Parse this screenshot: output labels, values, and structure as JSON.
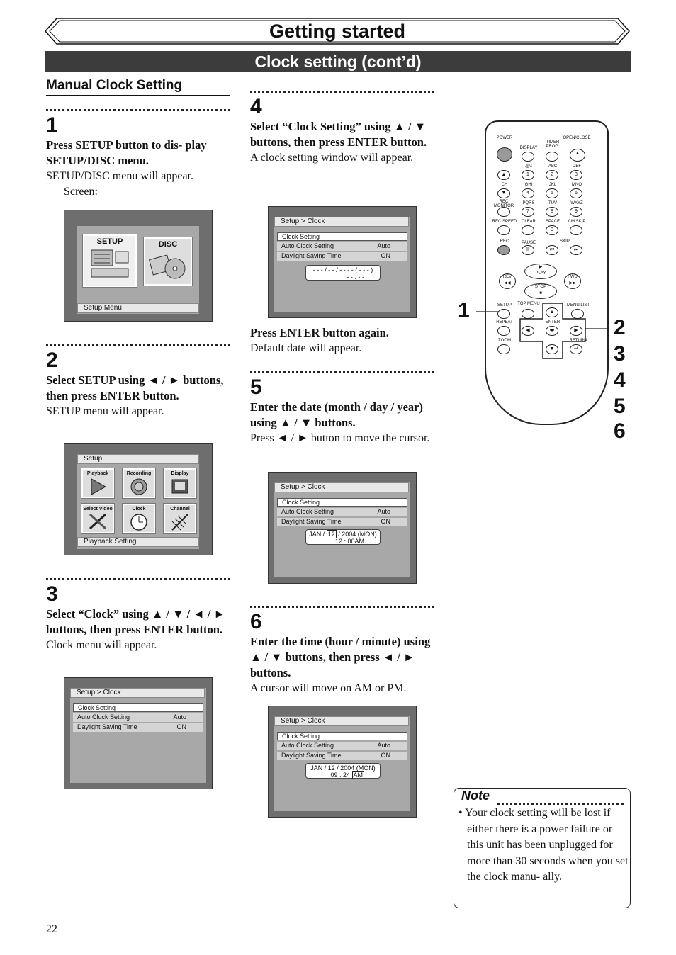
{
  "header": {
    "title": "Getting started",
    "subtitle": "Clock setting (cont’d)",
    "section_title": "Manual Clock Setting"
  },
  "steps": [
    {
      "number": "1",
      "instruction": "Press SETUP button to dis- play SETUP/DISC menu.",
      "result": "SETUP/DISC menu will appear.",
      "result2": "Screen:",
      "screen": {
        "icon1": "SETUP",
        "icon2": "DISC",
        "caption": "Setup Menu"
      }
    },
    {
      "number": "2",
      "instruction": "Select SETUP using ◄ / ► buttons, then press ENTER button.",
      "result": "SETUP menu will appear.",
      "screen": {
        "caption_top": "Setup",
        "icons": [
          "Playback",
          "Recording",
          "Display",
          "Select Video",
          "Clock",
          "Channel"
        ],
        "caption": "Playback Setting"
      }
    },
    {
      "number": "3",
      "instruction": "Select “Clock” using ▲ / ▼ / ◄ / ► buttons, then press ENTER button.",
      "result": "Clock menu will appear."
    },
    {
      "number": "4",
      "instruction": "Select “Clock Setting” using ▲ / ▼ buttons, then press ENTER button.",
      "result": "A clock setting window will appear.",
      "instruction2": "Press ENTER button again.",
      "result2": "Default date will appear.",
      "clock_line1": "- - - / - - / - - - - ( - - - )",
      "clock_line2": "- - : - -"
    },
    {
      "number": "5",
      "instruction": "Enter the date (month / day / year) using ▲ / ▼ buttons.",
      "result": "Press ◄ / ► button to move the cursor.",
      "clock_line1a": "JAN /",
      "clock_cursor": "12",
      "clock_line1b": "/ 2004 (MON)",
      "clock_line2": "12 : 00AM"
    },
    {
      "number": "6",
      "instruction": "Enter the time (hour / minute) using ▲ / ▼ buttons, then press ◄ / ► buttons.",
      "result": "A cursor will move on AM or PM.",
      "clock_line1": "JAN / 12 / 2004 (MON)",
      "clock_line2a": "09 : 24",
      "clock_cursor": "AM"
    }
  ],
  "clock_menu": {
    "breadcrumb": "Setup > Clock",
    "rows": [
      {
        "label": "Clock Setting",
        "value": ""
      },
      {
        "label": "Auto Clock Setting",
        "value": "Auto"
      },
      {
        "label": "Daylight Saving Time",
        "value": "ON"
      }
    ]
  },
  "remote": {
    "labels": {
      "power": "POWER",
      "display": "DISPLAY",
      "timer": "TIMER PROG.",
      "open": "OPEN/CLOSE",
      "k1t": ".@/:",
      "k2t": "ABC",
      "k3t": "DEF",
      "k1": "1",
      "k2": "2",
      "k3": "3",
      "ch": "CH",
      "k4t": "GHI",
      "k5t": "JKL",
      "k6t": "MNO",
      "k4": "4",
      "k5": "5",
      "k6": "6",
      "rec_monitor": "REC MONITOR",
      "k7t": "PQRS",
      "k8t": "TUV",
      "k9t": "WXYZ",
      "k7": "7",
      "k8": "8",
      "k9": "9",
      "rec_speed": "REC SPEED",
      "clear": "CLEAR",
      "space": "SPACE",
      "cm_skip": "CM SKIP",
      "k0": "0",
      "rec": "REC",
      "pause": "PAUSE",
      "skip": "SKIP",
      "play": "PLAY",
      "rev": "REV",
      "fwd": "FWD",
      "stop": "STOP",
      "setup": "SETUP",
      "top_menu": "TOP MENU",
      "menu_list": "MENU/LIST",
      "repeat": "REPEAT",
      "enter": "ENTER",
      "zoom": "ZOOM",
      "return": "RETURN"
    },
    "callouts": [
      "1",
      "2",
      "3",
      "4",
      "5",
      "6"
    ]
  },
  "note": {
    "title": "Note",
    "text": "• Your clock setting will be lost if either there is a power failure or this unit has been unplugged for more than 30 seconds when you set the clock manu- ally."
  },
  "page_number": "22"
}
